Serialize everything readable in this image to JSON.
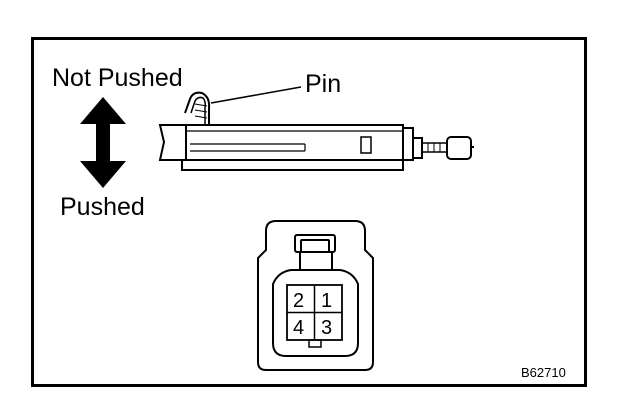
{
  "labels": {
    "not_pushed": "Not Pushed",
    "pushed": "Pushed",
    "pin": "Pin",
    "figure_code": "B62710"
  },
  "connector": {
    "pins": [
      "2",
      "1",
      "4",
      "3"
    ]
  },
  "colors": {
    "line": "#000000",
    "background": "#ffffff"
  }
}
